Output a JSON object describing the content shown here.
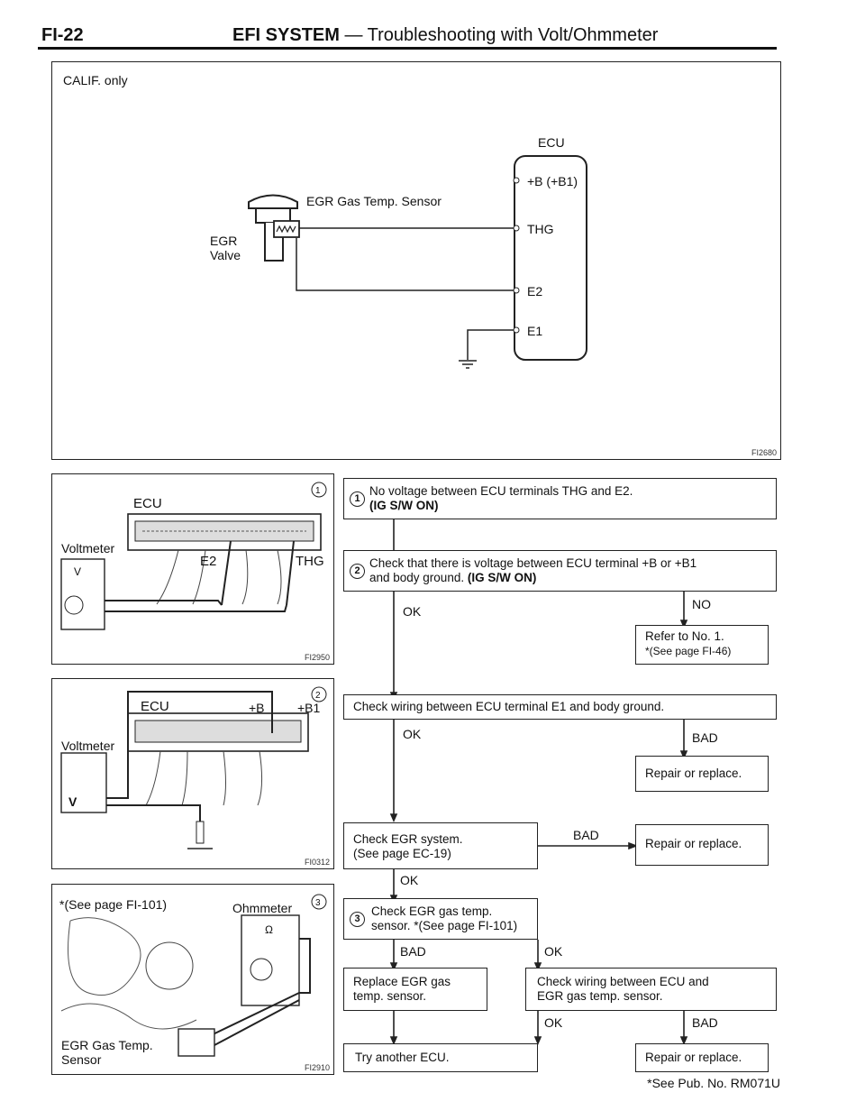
{
  "header": {
    "page_number": "FI-22",
    "section": "EFI SYSTEM",
    "subtitle": " — Troubleshooting with Volt/Ohmmeter"
  },
  "wiring_diagram": {
    "note": "CALIF. only",
    "ecu_label": "ECU",
    "terminals": [
      "+B (+B1)",
      "THG",
      "E2",
      "E1"
    ],
    "sensor_label": "EGR Gas Temp. Sensor",
    "valve_label_1": "EGR",
    "valve_label_2": "Valve",
    "fig_id": "FI2680"
  },
  "illustrations": [
    {
      "step": "1",
      "ecu": "ECU",
      "meter": "Voltmeter",
      "meter_mark": "V",
      "left_term": "E2",
      "right_term": "THG",
      "fig_id": "FI2950"
    },
    {
      "step": "2",
      "ecu": "ECU",
      "meter": "Voltmeter",
      "meter_mark": "V",
      "left_term": "+B",
      "right_term": "+B1",
      "fig_id": "FI0312"
    },
    {
      "step": "3",
      "note": "*(See page FI-101)",
      "meter": "Ohmmeter",
      "meter_mark": "Ω",
      "part_1": "EGR Gas Temp.",
      "part_2": "Sensor",
      "fig_id": "FI2910"
    }
  ],
  "flow": {
    "step1_num": "1",
    "step1_line1": "No voltage between ECU terminals THG and E2.",
    "step1_line2": "(IG S/W ON)",
    "step2_num": "2",
    "step2_line1": "Check that there is voltage between ECU terminal +B or +B1",
    "step2_line2_a": "and body ground. ",
    "step2_line2_b": "(IG S/W ON)",
    "ok1": "OK",
    "no1": "NO",
    "refer_line1": "Refer to No. 1.",
    "refer_line2": "*(See page FI-46)",
    "check_e1": "Check wiring between ECU terminal E1 and body ground.",
    "ok2": "OK",
    "bad2": "BAD",
    "repair1": "Repair or replace.",
    "egr_line1": "Check EGR system.",
    "egr_line2": "(See page EC-19)",
    "bad3": "BAD",
    "repair2": "Repair or replace.",
    "ok3": "OK",
    "step3_num": "3",
    "step3_line1": "Check EGR gas temp.",
    "step3_line2": "sensor. *(See page FI-101)",
    "bad4": "BAD",
    "ok4": "OK",
    "replace_line1": "Replace EGR gas",
    "replace_line2": "temp. sensor.",
    "check_wiring_line1": "Check wiring between ECU and",
    "check_wiring_line2": "EGR gas temp. sensor.",
    "ok5": "OK",
    "bad5": "BAD",
    "try_ecu": "Try another ECU.",
    "repair3": "Repair or replace."
  },
  "footnote": "*See Pub. No. RM071U"
}
